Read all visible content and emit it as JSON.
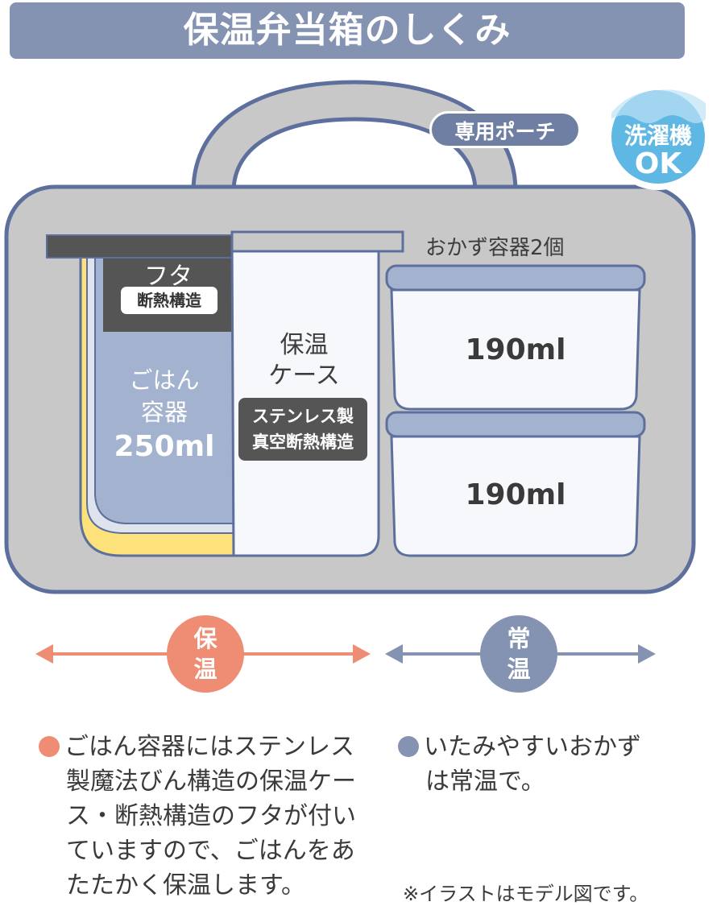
{
  "title": "保温弁当箱のしくみ",
  "pouch_label": "専用ポーチ",
  "washing_badge": {
    "line1": "洗濯機",
    "line2": "OK"
  },
  "rice_container": {
    "lid_label": "フタ",
    "lid_sub": "断熱構造",
    "label_line1": "ごはん",
    "label_line2": "容器",
    "volume": "250ml"
  },
  "insulated_case": {
    "label_line1": "保温",
    "label_line2": "ケース",
    "sub_line1": "ステンレス製",
    "sub_line2": "真空断熱構造"
  },
  "side_containers": {
    "title": "おかず容器2個",
    "volumes": [
      "190ml",
      "190ml"
    ]
  },
  "zones": [
    {
      "label_line1": "保",
      "label_line2": "温",
      "color": "#ef8d74"
    },
    {
      "label_line1": "常",
      "label_line2": "温",
      "color": "#8593b3"
    }
  ],
  "descriptions": [
    {
      "lines": [
        "ごはん容器にはステンレス",
        "製魔法びん構造の保温ケー",
        "ス・断熱構造のフタが付い",
        "ていますので、ごはんをあ",
        "たたかく保温します。"
      ],
      "color": "#ef8d74"
    },
    {
      "lines": [
        "いたみやすいおかず",
        "は常温で。"
      ],
      "color": "#8593b3"
    }
  ],
  "note": "※イラストはモデル図です。",
  "colors": {
    "header": "#8593b3",
    "pouch": "#c8c8c8",
    "outline": "#5d6f9c",
    "rice": "#a3b2cf",
    "yellow": "#fde27c",
    "dark": "#555555",
    "warm": "#ef8d74",
    "cool": "#8593b3"
  }
}
